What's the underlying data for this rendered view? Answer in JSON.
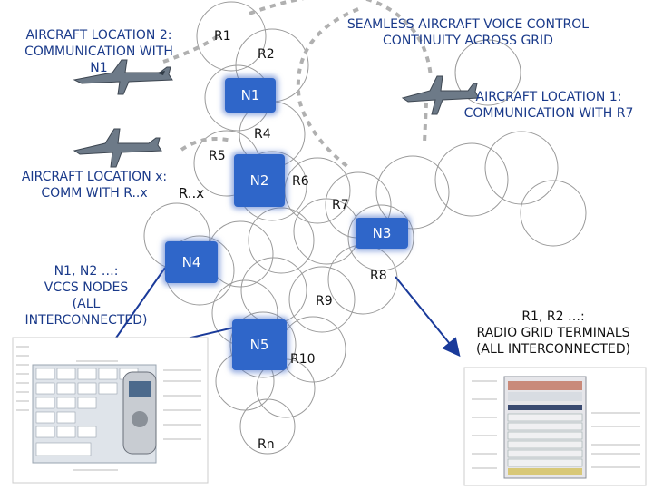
{
  "title": [
    "SEAMLESS AIRCRAFT VOICE CONTROL",
    "CONTINUITY ACROSS GRID"
  ],
  "aircraft": [
    {
      "lines": [
        "AIRCRAFT LOCATION 2:",
        "COMMUNICATION WITH",
        "N1"
      ]
    },
    {
      "lines": [
        "AIRCRAFT LOCATION 1:",
        "COMMUNICATION WITH R7"
      ]
    },
    {
      "lines": [
        "AIRCRAFT LOCATION x:",
        "COMM WITH R..x"
      ]
    }
  ],
  "rx_label": "R..x",
  "vccs_note": [
    "N1, N2 …:",
    "VCCS NODES",
    "(ALL",
    "INTERCONNECTED)"
  ],
  "radio_note": [
    "R1, R2 …:",
    "RADIO GRID TERMINALS",
    "(ALL INTERCONNECTED)"
  ],
  "nodes": [
    "N1",
    "N2",
    "N3",
    "N4",
    "N5"
  ],
  "radios": [
    "R1",
    "R2",
    "R4",
    "R5",
    "R6",
    "R7",
    "R8",
    "R9",
    "R10",
    "Rn"
  ],
  "colors": {
    "text": "#1a3a8a",
    "node": "#2f66c9",
    "link": "#b0b0b0",
    "arrow": "#1a3a9a"
  }
}
